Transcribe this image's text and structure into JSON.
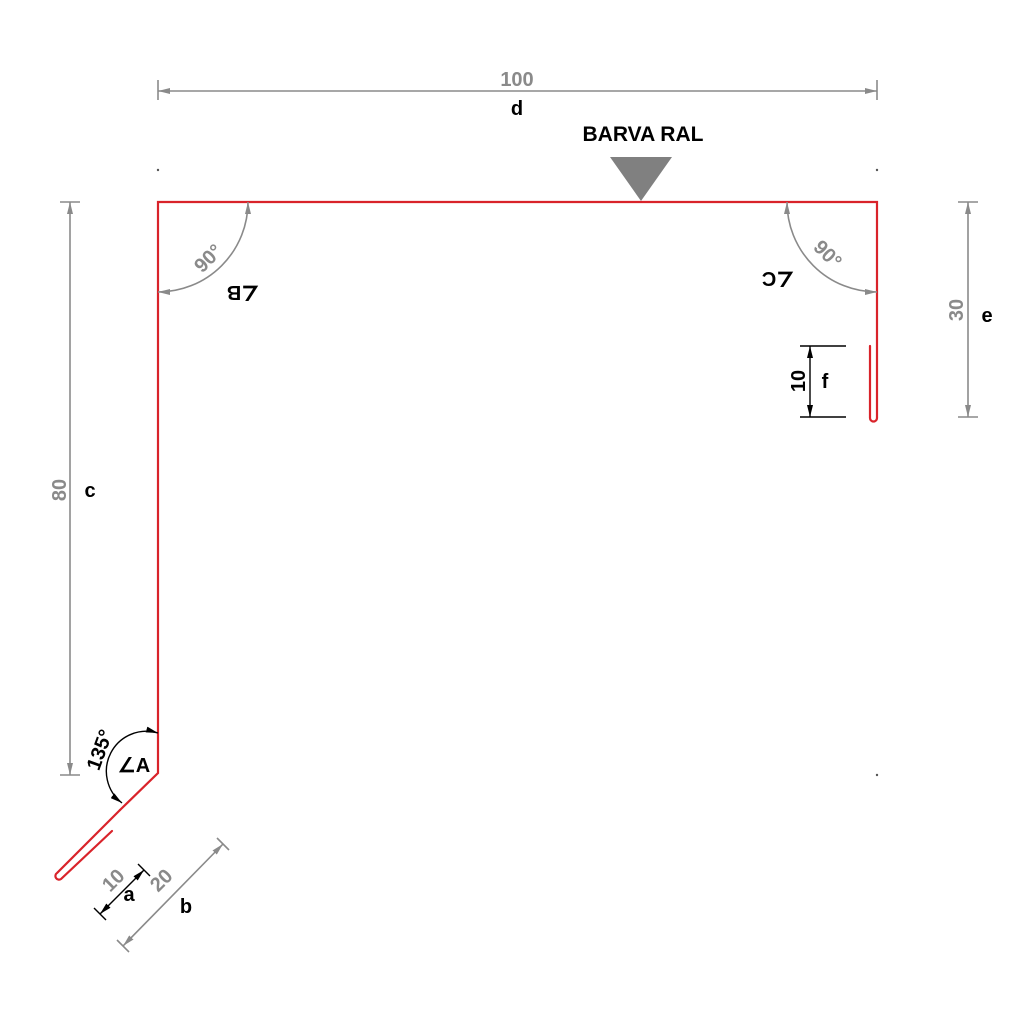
{
  "color_marker": {
    "label": "BARVA RAL"
  },
  "dimensions": {
    "a": {
      "value": "10",
      "label": "a"
    },
    "b": {
      "value": "20",
      "label": "b"
    },
    "c": {
      "value": "80",
      "label": "c"
    },
    "d": {
      "value": "100",
      "label": "d"
    },
    "e": {
      "value": "30",
      "label": "e"
    },
    "f": {
      "value": "10",
      "label": "f"
    }
  },
  "angles": {
    "A": {
      "value": "135°",
      "label": "∠A"
    },
    "B": {
      "value": "90°",
      "label": "∠B"
    },
    "C": {
      "value": "90°",
      "label": "∠C"
    }
  },
  "colors": {
    "profile": "#d9232a",
    "dimension": "#8a8a8a",
    "marker": "#808080",
    "text": "#000000"
  }
}
